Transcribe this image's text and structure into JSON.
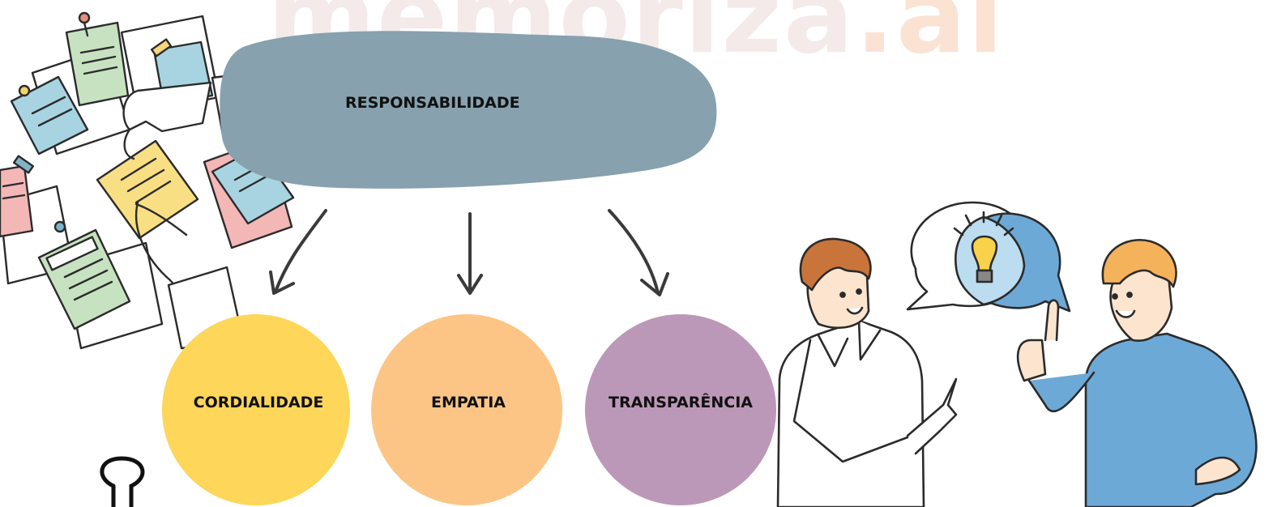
{
  "watermark": {
    "main": "memoriza",
    "suffix": ".ai"
  },
  "diagram": {
    "root": "RESPONSABILIDADE",
    "children": [
      {
        "label": "CORDIALIDADE",
        "color": "#fdd65a"
      },
      {
        "label": "EMPATIA",
        "color": "#fcc585"
      },
      {
        "label": "TRANSPARÊNCIA",
        "color": "#bc98b8"
      }
    ],
    "root_color": "#87a1ae",
    "arrow_color": "#3a3a3a"
  },
  "icons": [
    "sticky-notes-board-icon",
    "man-pointing-icon",
    "speech-bubbles-lightbulb-icon",
    "man-raising-finger-icon",
    "lock-outline-icon"
  ]
}
